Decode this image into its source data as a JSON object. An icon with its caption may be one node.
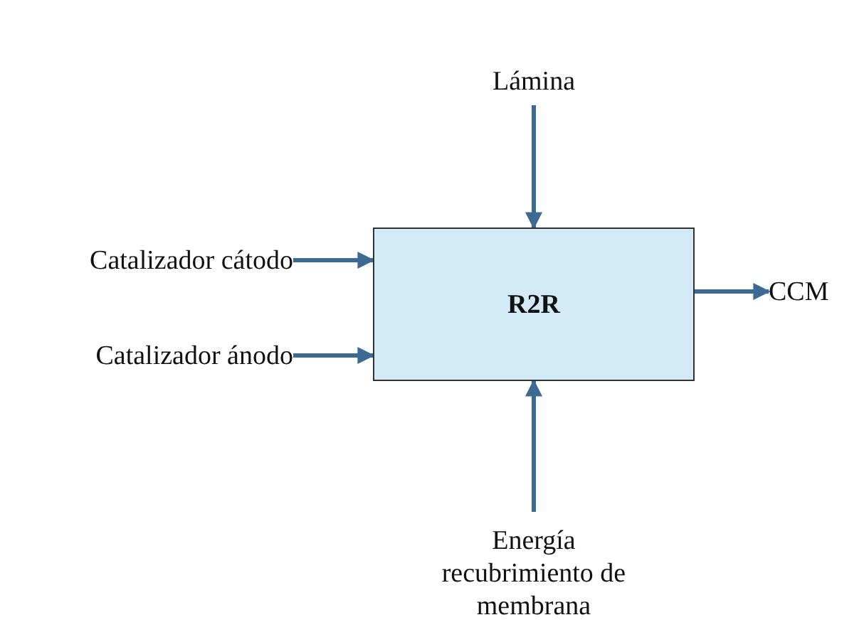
{
  "diagram": {
    "nodes": [
      {
        "text": [
          "Lámina"
        ]
      },
      {
        "text": [
          "Catalizador cátodo"
        ]
      },
      {
        "text": [
          "Catalizador ánodo"
        ]
      },
      {
        "text": [
          "R2R"
        ]
      },
      {
        "text": [
          "CCM"
        ]
      },
      {
        "text": [
          "Energía recubrimiento de membrana"
        ]
      }
    ],
    "edges": [
      {
        "from": 0,
        "to": 3,
        "arrow": "to"
      },
      {
        "from": 1,
        "to": 3,
        "arrow": "to"
      },
      {
        "from": 2,
        "to": 3,
        "arrow": "to"
      },
      {
        "from": 3,
        "to": 4,
        "arrow": "to"
      },
      {
        "from": 5,
        "to": 3,
        "arrow": "to"
      }
    ]
  }
}
